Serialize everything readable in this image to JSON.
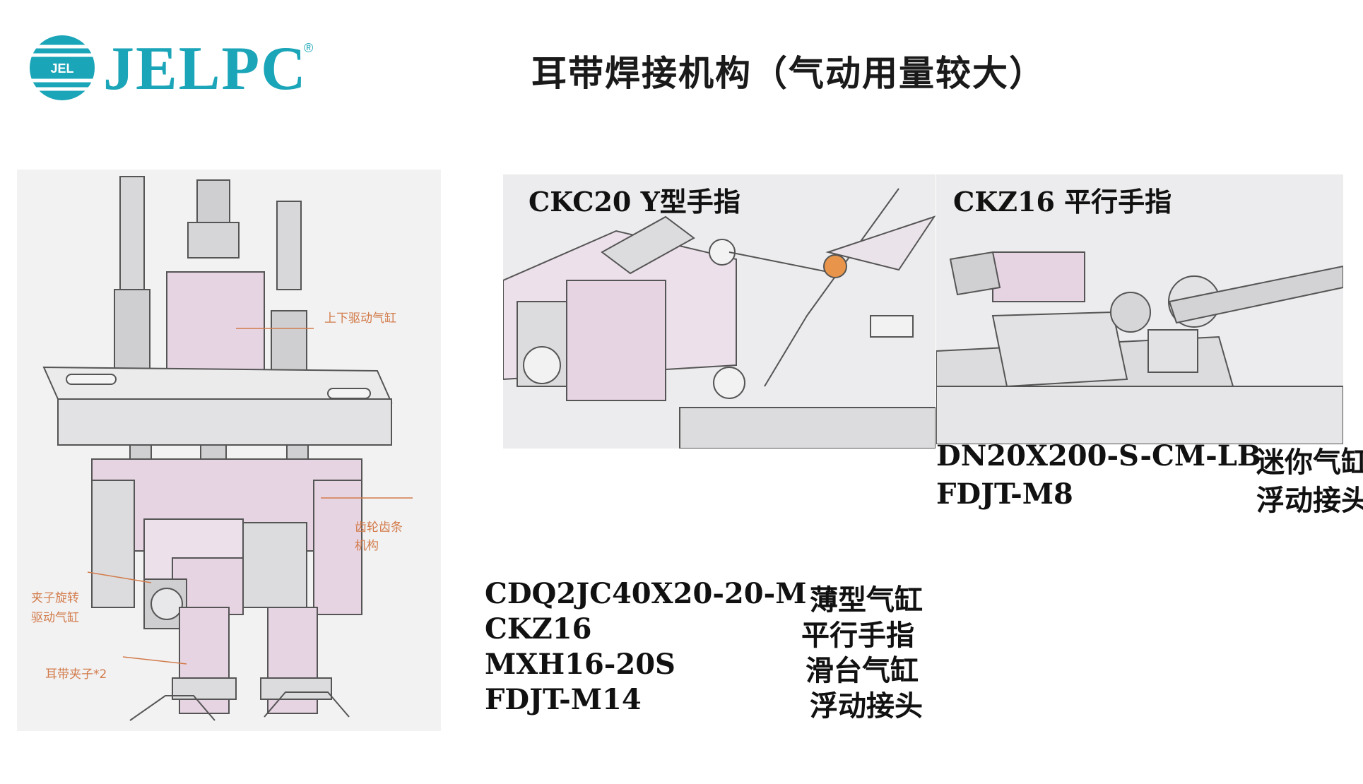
{
  "brand": {
    "logo_text": "JELPC",
    "registered_mark": "®",
    "mark_letters": "JEL"
  },
  "title": "耳带焊接机构（气动用量较大）",
  "left_drawing": {
    "callouts": {
      "updown_cylinder": "上下驱动气缸",
      "gear_rack_line1": "齿轮齿条",
      "gear_rack_line2": "机构",
      "clamp_rotate_line1": "夹子旋转",
      "clamp_rotate_line2": "驱动气缸",
      "ear_clamp": "耳带夹子*2"
    }
  },
  "mid_drawing": {
    "label": "CKC20 Y型手指"
  },
  "right_drawing": {
    "label": "CKZ16 平行手指"
  },
  "specs_left": [
    {
      "model": "CDQ2JC40X20-20-M",
      "name": "薄型气缸"
    },
    {
      "model": "CKZ16",
      "name": "平行手指"
    },
    {
      "model": "MXH16-20S",
      "name": "滑台气缸"
    },
    {
      "model": "FDJT-M14",
      "name": "浮动接头"
    }
  ],
  "specs_right": [
    {
      "model": "DN20X200-S-CM-LB",
      "name": "迷你气缸"
    },
    {
      "model": "FDJT-M8",
      "name": "浮动接头"
    }
  ]
}
